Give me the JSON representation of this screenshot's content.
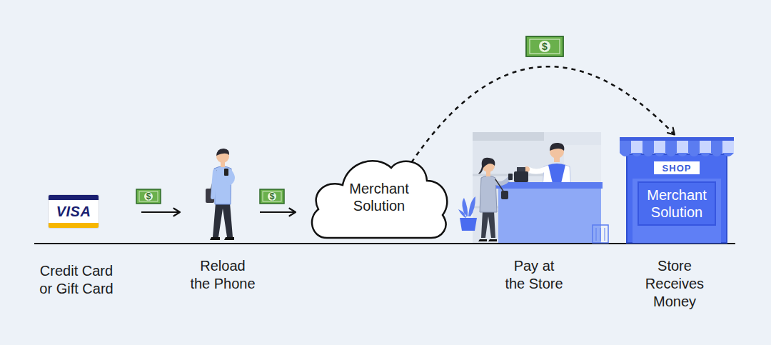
{
  "diagram": {
    "nodes": [
      {
        "text": [
          "VISA",
          "Credit Card or Gift Card"
        ]
      },
      {
        "text": [
          "Reload the Phone"
        ]
      },
      {
        "text": [
          "Merchant Solution"
        ]
      },
      {
        "text": [
          "Pay at the Store"
        ]
      },
      {
        "text": [
          "SHOP",
          "Store Receives Money"
        ]
      },
      {
        "text": [
          "Merchant Solution"
        ],
        "in": 4
      }
    ],
    "edges": [
      {
        "from": 0,
        "to": 1,
        "arrow": "to"
      },
      {
        "from": 1,
        "to": 2,
        "arrow": "to"
      },
      {
        "from": 2,
        "to": 4,
        "arrow": "to"
      }
    ],
    "labels": [
      "$",
      "$",
      "$"
    ]
  }
}
